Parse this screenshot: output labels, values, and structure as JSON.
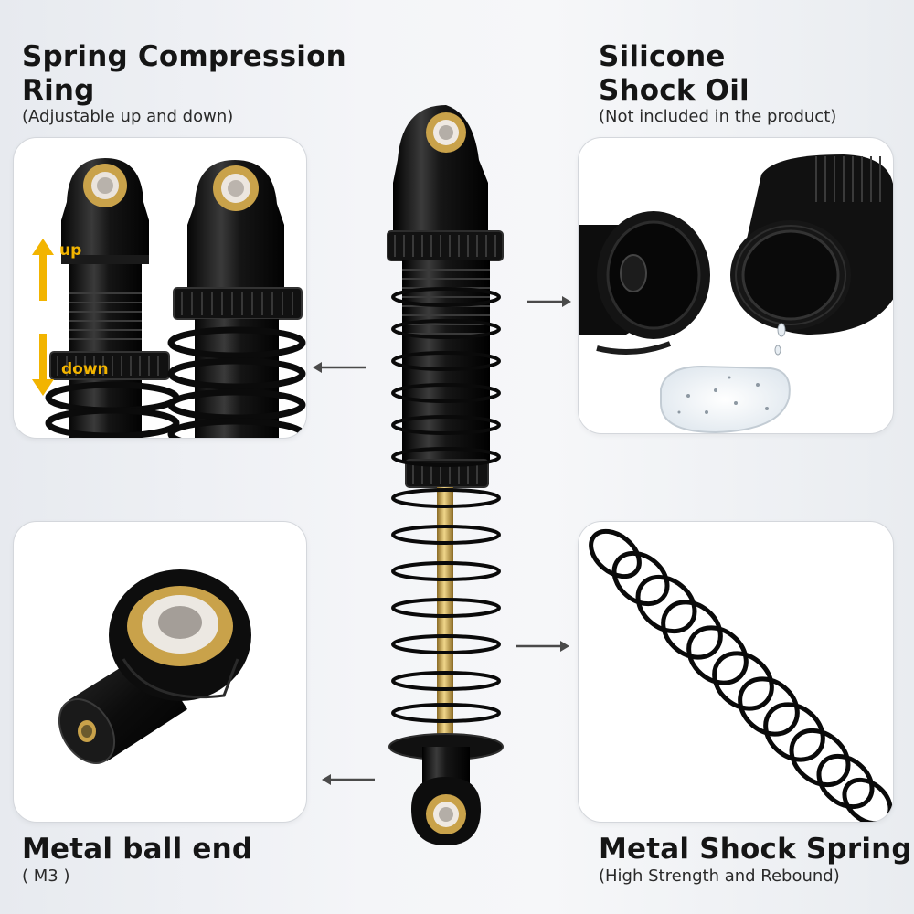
{
  "features": {
    "compression_ring": {
      "title_line1": "Spring Compression",
      "title_line2": "Ring",
      "subtitle": "(Adjustable up and down)",
      "label_up": "up",
      "label_down": "down"
    },
    "shock_oil": {
      "title_line1": "Silicone",
      "title_line2": "Shock Oil",
      "subtitle": "(Not included in the product)"
    },
    "ball_end": {
      "title": "Metal ball end",
      "subtitle": "( M3 )"
    },
    "shock_spring": {
      "title": "Metal Shock Spring",
      "subtitle": "(High Strength and Rebound)"
    }
  },
  "colors": {
    "accent_gold": "#f2b400",
    "body_black": "#121212",
    "brass": "#c9a24a"
  }
}
